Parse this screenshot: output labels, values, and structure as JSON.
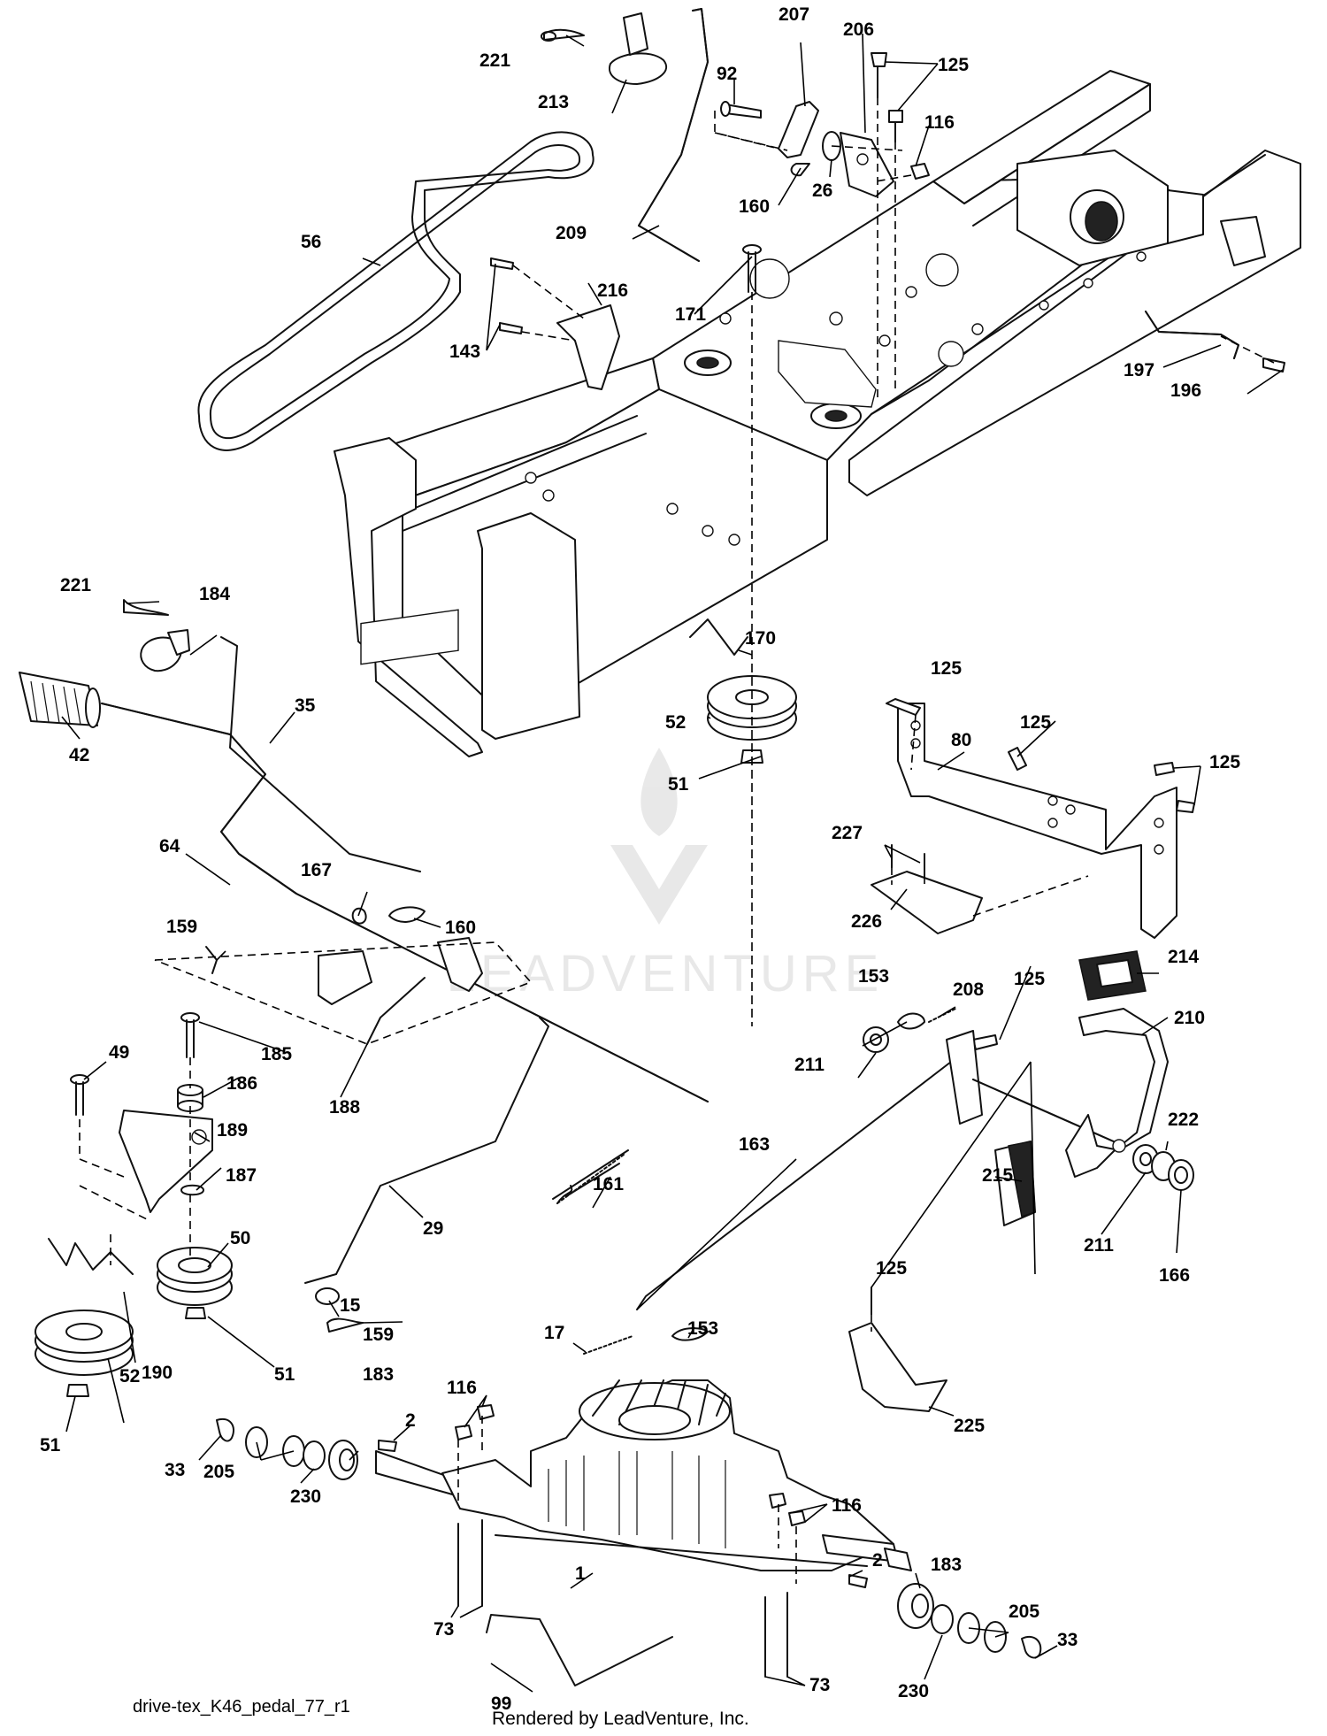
{
  "diagram_id": "drive-tex_K46_pedal_77_r1",
  "rendered_by": "Rendered by LeadVenture, Inc.",
  "watermark_text": "LEADVENTURE",
  "callouts": [
    "1",
    "2",
    "15",
    "17",
    "26",
    "29",
    "33",
    "35",
    "42",
    "49",
    "50",
    "51",
    "52",
    "56",
    "64",
    "73",
    "80",
    "92",
    "99",
    "116",
    "125",
    "143",
    "153",
    "159",
    "160",
    "161",
    "163",
    "166",
    "167",
    "170",
    "171",
    "183",
    "184",
    "185",
    "186",
    "187",
    "188",
    "189",
    "190",
    "196",
    "197",
    "205",
    "206",
    "207",
    "208",
    "209",
    "210",
    "211",
    "213",
    "214",
    "215",
    "216",
    "221",
    "222",
    "225",
    "226",
    "227",
    "230"
  ]
}
